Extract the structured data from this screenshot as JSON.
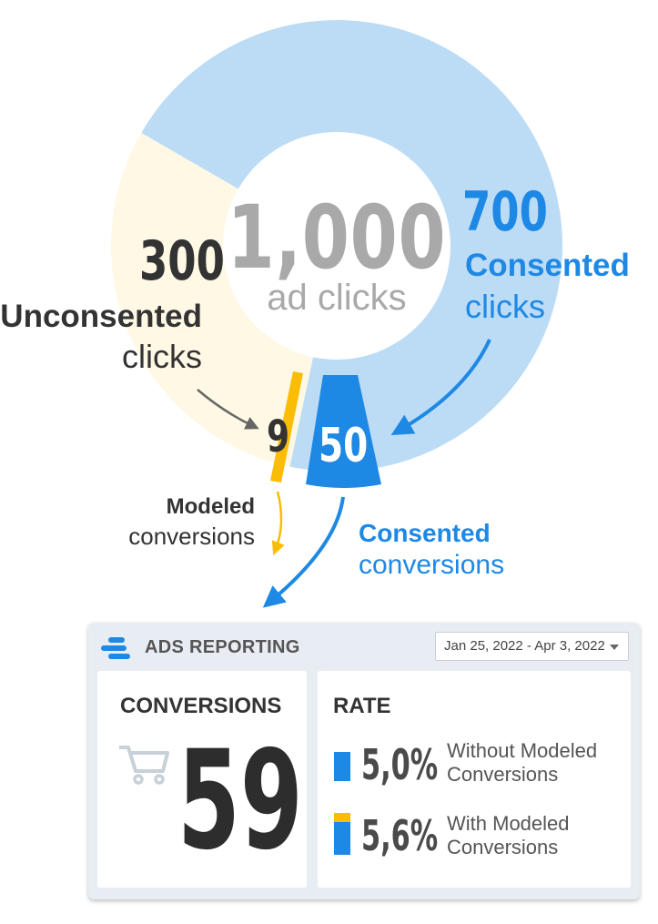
{
  "diagram": {
    "center_value": "1,000",
    "center_label": "ad clicks",
    "unconsented": {
      "value": "300",
      "label_bold": "Unconsented",
      "label": "clicks",
      "share": 0.3
    },
    "consented": {
      "value": "700",
      "label_bold": "Consented",
      "label": "clicks",
      "share": 0.7
    },
    "modeled_conversions": {
      "value": "9",
      "label_bold": "Modeled",
      "label": "conversions"
    },
    "consented_conversions": {
      "value": "50",
      "label_bold": "Consented",
      "label": "conversions"
    },
    "colors": {
      "consented": "#bcdcf6",
      "unconsented": "#fff8e5",
      "blue": "#1e88e5",
      "yellow": "#fbbc04",
      "dark": "#333333",
      "grey_text": "#a9a9a9"
    }
  },
  "report": {
    "logo_icon": "data-studio-logo-icon",
    "title": "ADS REPORTING",
    "date_range": "Jan 25, 2022 - Apr 3, 2022",
    "conversions": {
      "title": "CONVERSIONS",
      "value": "59",
      "icon": "cart-icon"
    },
    "rate": {
      "title": "RATE",
      "items": [
        {
          "value": "5,0%",
          "label_line1": "Without Modeled",
          "label_line2": "Conversions"
        },
        {
          "value": "5,6%",
          "label_line1": "With Modeled",
          "label_line2": "Conversions"
        }
      ]
    }
  }
}
